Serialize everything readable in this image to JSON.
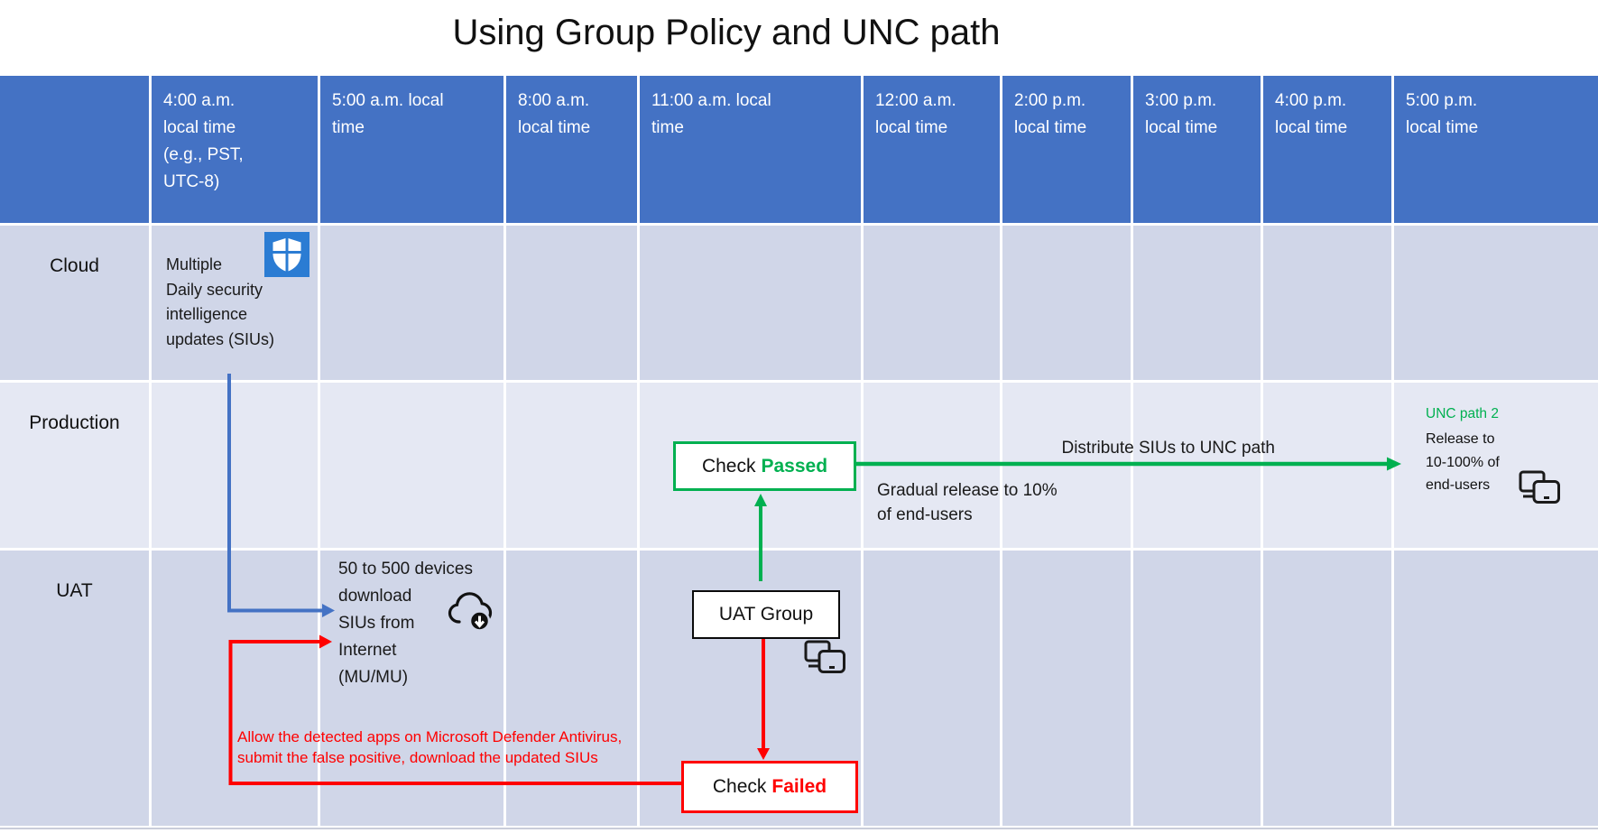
{
  "title": "Using Group Policy and UNC path",
  "colors": {
    "header_blue": "#4472C4",
    "row_dark": "#D0D6E8",
    "row_light": "#E5E8F3",
    "green": "#00B050",
    "red": "#FF0000",
    "arrow_blue": "#4472C4",
    "shield_blue": "#2B7CD3"
  },
  "table": {
    "header": [
      "4:00 a.m.\nlocal time\n(e.g., PST,\nUTC-8)",
      "5:00 a.m. local\ntime",
      "8:00 a.m.\nlocal time",
      "11:00 a.m. local\ntime",
      "12:00 a.m.\nlocal time",
      "2:00 p.m.\nlocal time",
      "3:00 p.m.\nlocal time",
      "4:00 p.m.\nlocal time",
      "5:00 p.m.\nlocal time"
    ],
    "rows": [
      "Cloud",
      "Production",
      "UAT"
    ]
  },
  "cloud": {
    "siu_text": "Multiple\nDaily security\nintelligence\nupdates (SIUs)",
    "icon": "defender-shield-icon"
  },
  "uat": {
    "download_text": "50 to 500 devices\ndownload\nSIUs from\nInternet\n(MU/MU)",
    "download_icon": "cloud-download-icon",
    "group_label": "UAT Group",
    "group_icon": "devices-icon"
  },
  "production": {
    "check_passed": {
      "prefix": "Check",
      "status": "Passed"
    },
    "distribute_label": "Distribute SIUs to UNC path",
    "gradual_text": "Gradual release to 10%\nof end-users",
    "unc": {
      "title": "UNC path 2",
      "text": "Release to\n10-100% of\nend-users",
      "icon": "devices-icon"
    }
  },
  "failure": {
    "check_failed": {
      "prefix": "Check",
      "status": "Failed"
    },
    "warning_text": "Allow the detected apps on Microsoft Defender Antivirus,\nsubmit the false positive, download the updated SIUs"
  }
}
